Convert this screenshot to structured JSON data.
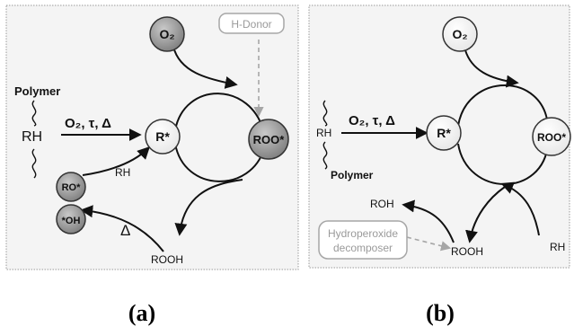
{
  "panel_a": {
    "polymer": "Polymer",
    "rh": "RH",
    "condition": "O₂, τ, Δ",
    "o2": "O₂",
    "h_donor": "H-Donor",
    "r_radical": "R*",
    "roo_radical": "ROO*",
    "ro_radical": "RO*",
    "oh_radical": "*OH",
    "rh_arrow": "RH",
    "delta": "Δ",
    "rooh": "ROOH",
    "caption": "(a)"
  },
  "panel_b": {
    "o2": "O₂",
    "rh": "RH",
    "polymer": "Polymer",
    "condition": "O₂, τ, Δ",
    "r_radical": "R*",
    "roo_radical": "ROO*",
    "roh": "ROH",
    "decomposer_line1": "Hydroperoxide",
    "decomposer_line2": "decomposer",
    "rooh": "ROOH",
    "rh_right": "RH",
    "caption": "(b)"
  },
  "colors": {
    "panel_fill": "#f4f4f4",
    "node_dark": "#8a8a8a",
    "node_light": "#f7f7f7",
    "dashed_gray": "#a6a6a6"
  }
}
